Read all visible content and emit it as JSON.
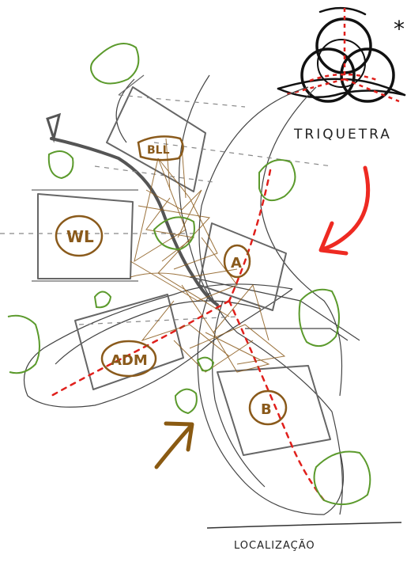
{
  "labels": {
    "triquetra": "TRIQUETRA",
    "localizacao": "LOCALIZAÇÃO",
    "asterisk": "*"
  },
  "buildings": {
    "top": "BLL",
    "left": "WL",
    "center": "A",
    "adm": "ADM",
    "bottom": "B"
  },
  "colors": {
    "ink": "#222222",
    "pencil": "#666666",
    "brown": "#8a5a1b",
    "green": "#5b9a2c",
    "red": "#e0201c",
    "arrow_red": "#ee2a22",
    "arrow_brown": "#8a5a12"
  }
}
